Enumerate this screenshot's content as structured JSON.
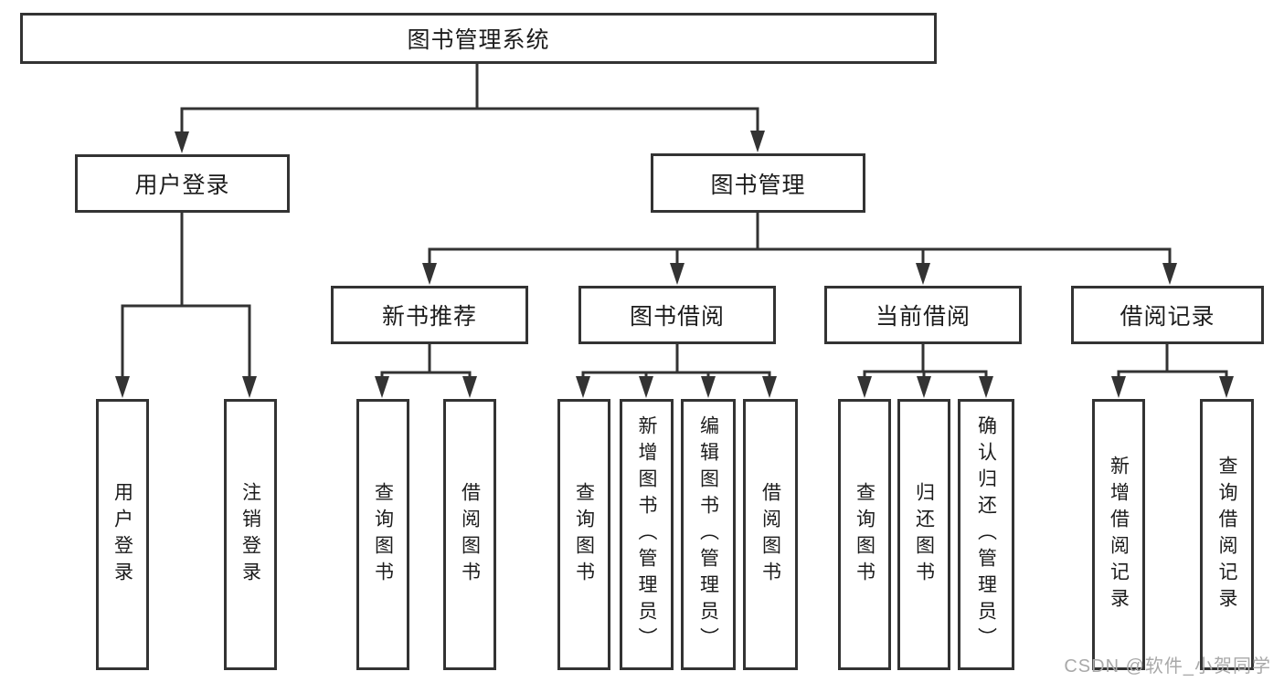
{
  "nodes": {
    "root": "图书管理系统",
    "user_login": "用户登录",
    "book_mgmt": "图书管理",
    "new_book_rec": "新书推荐",
    "book_borrow": "图书借阅",
    "current_borrow": "当前借阅",
    "borrow_records": "借阅记录",
    "leaf_user_login": "用户登录",
    "leaf_logout": "注销登录",
    "leaf_query_book_1": "查询图书",
    "leaf_borrow_book_1": "借阅图书",
    "leaf_query_book_2": "查询图书",
    "leaf_add_book_admin": "新增图书（管理员）",
    "leaf_edit_book_admin": "编辑图书（管理员）",
    "leaf_borrow_book_2": "借阅图书",
    "leaf_query_book_3": "查询图书",
    "leaf_return_book": "归还图书",
    "leaf_confirm_return_admin": "确认归还（管理员）",
    "leaf_add_record": "新增借阅记录",
    "leaf_query_record": "查询借阅记录"
  },
  "watermark": "CSDN @软件_小贺同学",
  "colors": {
    "line": "#333333",
    "text": "#1c1c1c",
    "watermark": "#a9a9a9",
    "background": "#ffffff"
  }
}
